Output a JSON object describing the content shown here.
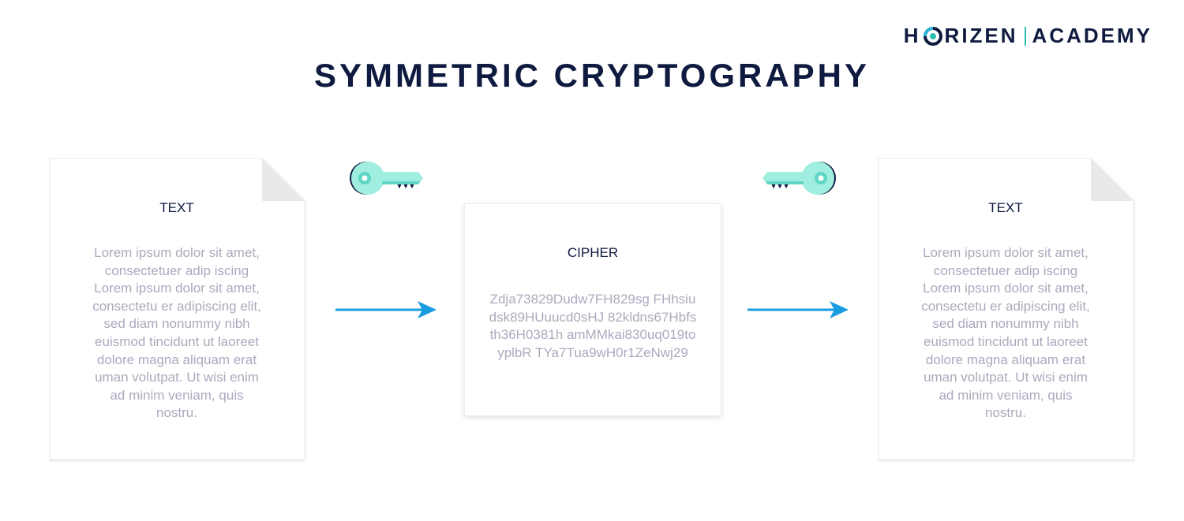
{
  "logo": {
    "left": "H",
    "right": "RIZEN",
    "academy": "ACADEMY",
    "colors": {
      "text": "#0e1a3f",
      "accent": "#2fbfb0",
      "ring": "#29b6d8"
    }
  },
  "title": "SYMMETRIC CRYPTOGRAPHY",
  "plaintext_left": {
    "label": "TEXT",
    "body": "Lorem ipsum dolor sit amet, consectetuer adip iscing Lorem ipsum dolor sit amet, consectetu er adipiscing elit, sed diam nonummy nibh euismod tincidunt ut laoreet dolore magna aliquam erat uman volutpat. Ut wisi enim ad minim veniam, quis nostru."
  },
  "cipher": {
    "label": "CIPHER",
    "body": "Zdja73829Dudw7FH829sg FHhsiudsk89HUuucd0sHJ 82kldns67Hbfsth36H0381h amMMkai830uq019toyplbR TYa7Tua9wH0r1ZeNwj29"
  },
  "plaintext_right": {
    "label": "TEXT",
    "body": "Lorem ipsum dolor sit amet, consectetuer adip iscing Lorem ipsum dolor sit amet, consectetu er adipiscing elit, sed diam nonummy nibh euismod tincidunt ut laoreet dolore magna aliquam erat uman volutpat. Ut wisi enim ad minim veniam, quis nostru."
  },
  "colors": {
    "arrow": "#1a9ce0",
    "key": "#9feee0",
    "key_outline": "#0e1a3f",
    "key_accent": "#2fbfb0",
    "label": "#0e1a3f",
    "body_text": "#a9abbd"
  },
  "icons": [
    "key-icon",
    "arrow-right-icon",
    "document-icon",
    "horizen-logo-icon"
  ]
}
